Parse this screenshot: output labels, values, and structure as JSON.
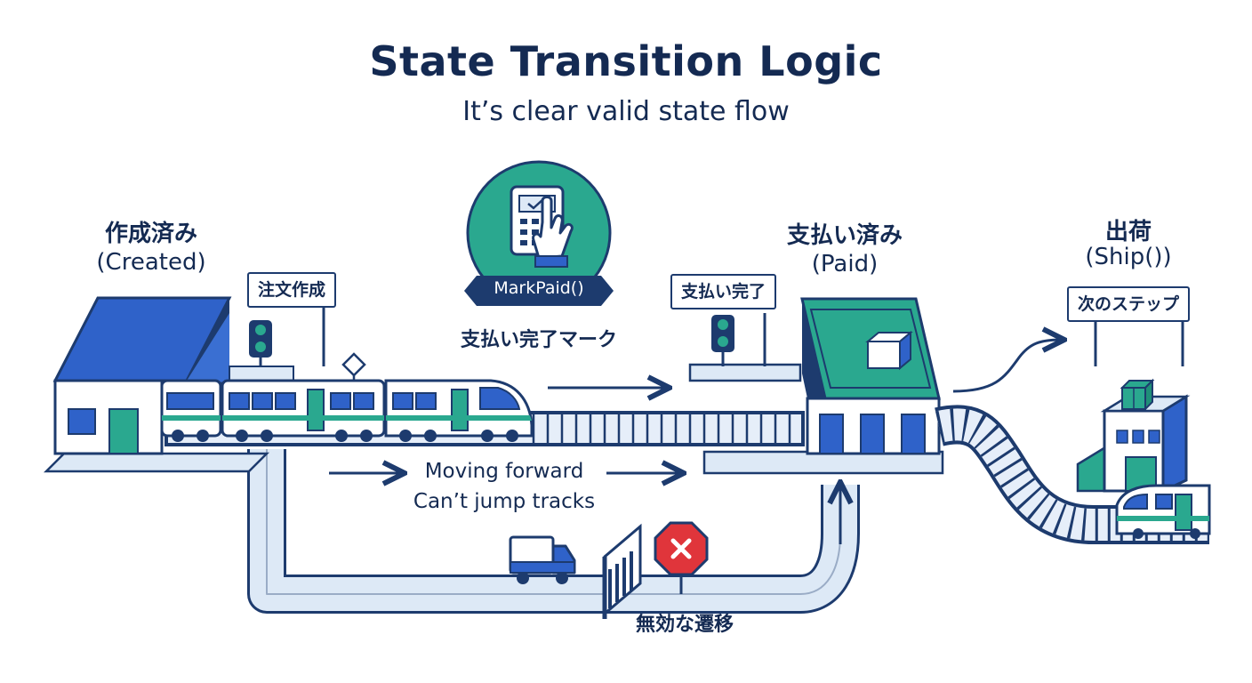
{
  "header": {
    "title": "State Transition Logic",
    "subtitle": "It’s clear valid state flow"
  },
  "states": [
    {
      "id": "created",
      "name_jp": "作成済み",
      "name_en": "(Created)",
      "sign": "注文作成"
    },
    {
      "id": "paid",
      "name_jp": "支払い済み",
      "name_en": "(Paid)",
      "sign": "支払い完了"
    },
    {
      "id": "ship",
      "name_jp": "出荷",
      "name_en": "(Ship())",
      "sign": "次のステップ"
    }
  ],
  "action": {
    "badge": "MarkPaid()",
    "caption": "支払い完了マーク"
  },
  "flow": {
    "line1": "Moving forward",
    "line2": "Can’t jump tracks"
  },
  "invalid": {
    "caption": "無効な遷移"
  },
  "colors": {
    "navy": "#1d3b6e",
    "blue": "#2f62c9",
    "teal": "#2aa88f",
    "light": "#dde9f6",
    "stop": "#e0353b"
  }
}
